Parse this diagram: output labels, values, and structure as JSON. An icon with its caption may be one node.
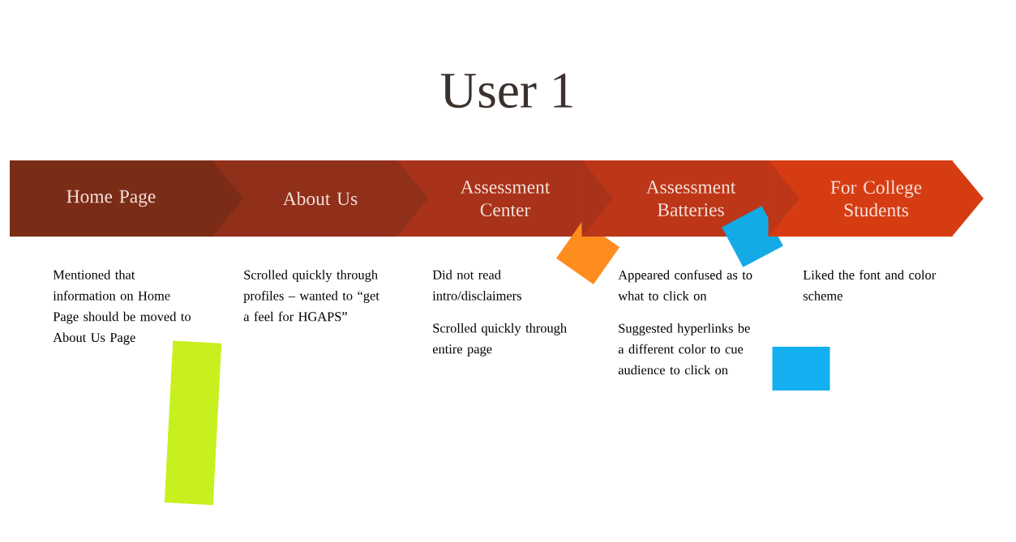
{
  "diagram": {
    "title": "User 1",
    "nodes": [
      {
        "text": [
          "Home Page"
        ]
      },
      {
        "text": [
          "About Us"
        ]
      },
      {
        "text": [
          "Assessment Center"
        ]
      },
      {
        "text": [
          "Assessment Batteries"
        ]
      },
      {
        "text": [
          "For College Students"
        ]
      },
      {
        "text": [],
        "shape": "box"
      },
      {
        "text": [],
        "shape": "box"
      },
      {
        "text": [],
        "shape": "box"
      },
      {
        "text": [],
        "shape": "box"
      }
    ],
    "labels": [
      "Mentioned that information on Home Page should be moved to About Us Page",
      "Scrolled quickly through profiles – wanted to “get a feel for HGAPS”",
      "Did not read intro/disclaimers",
      "Scrolled quickly through entire page",
      "Appeared confused as to what to click on",
      "Suggested hyperlinks be a different color to cue audience to click on",
      "Liked the font and color scheme"
    ]
  }
}
